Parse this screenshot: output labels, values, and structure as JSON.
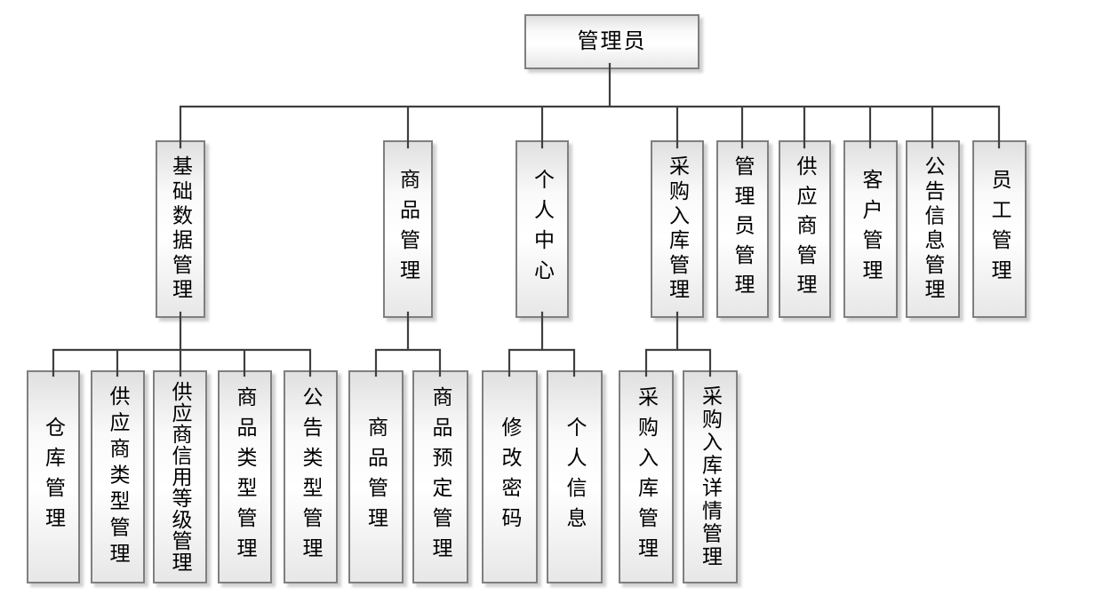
{
  "style": {
    "line_color": "#3f3f3f",
    "box_border_color": "#7f7f7f",
    "text_color": "#000000",
    "box_fill_light": "#ffffff",
    "box_fill_shade": "#e4e4e4",
    "background": "#ffffff"
  },
  "tree": {
    "root": {
      "label": "管理员"
    },
    "branches": [
      {
        "label": "基础数据管理",
        "children": [
          {
            "label": "仓库管理"
          },
          {
            "label": "供应商类型管理"
          },
          {
            "label": "供应商信用等级管理"
          },
          {
            "label": "商品类型管理"
          },
          {
            "label": "公告类型管理"
          }
        ]
      },
      {
        "label": "商品管理",
        "children": [
          {
            "label": "商品管理"
          },
          {
            "label": "商品预定管理"
          }
        ]
      },
      {
        "label": "个人中心",
        "children": [
          {
            "label": "修改密码"
          },
          {
            "label": "个人信息"
          }
        ]
      },
      {
        "label": "采购入库管理",
        "children": [
          {
            "label": "采购入库管理"
          },
          {
            "label": "采购入库详情管理"
          }
        ]
      },
      {
        "label": "管理员管理",
        "children": []
      },
      {
        "label": "供应商管理",
        "children": []
      },
      {
        "label": "客户管理",
        "children": []
      },
      {
        "label": "公告信息管理",
        "children": []
      },
      {
        "label": "员工管理",
        "children": []
      }
    ]
  }
}
